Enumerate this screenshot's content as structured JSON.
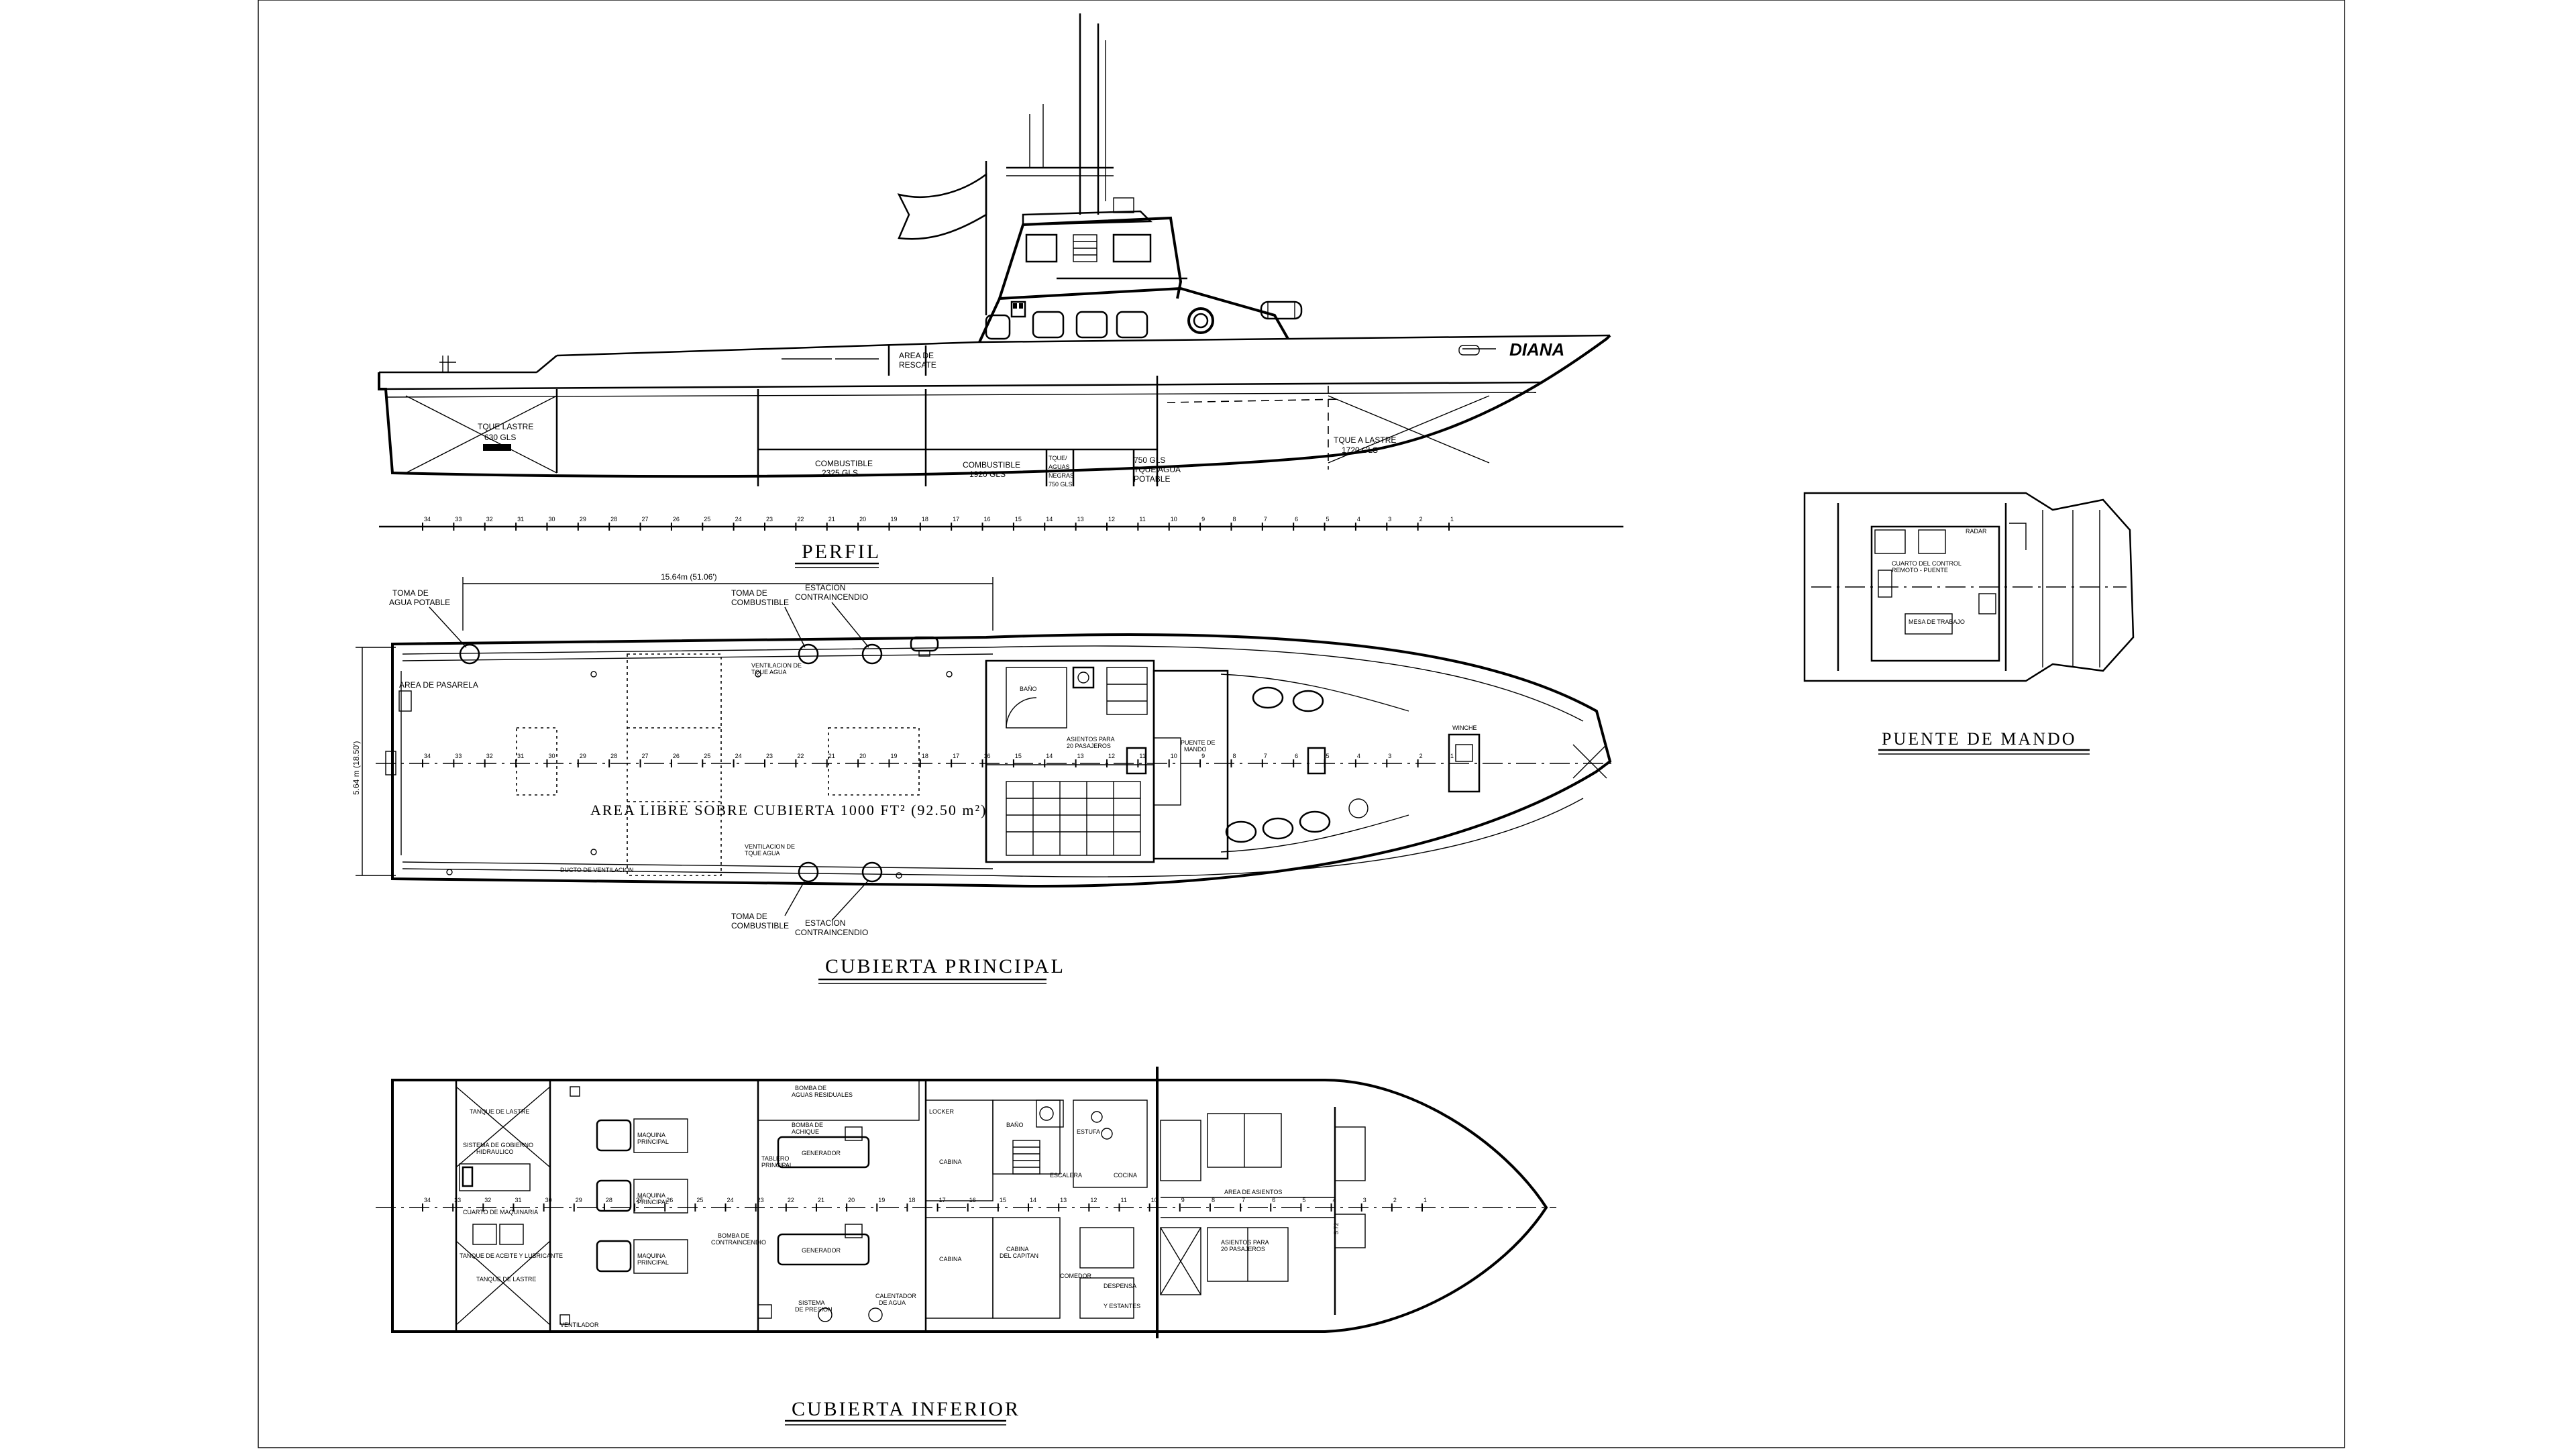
{
  "views": {
    "profile_title": "PERFIL",
    "main_deck_title": "CUBIERTA PRINCIPAL",
    "lower_deck_title": "CUBIERTA INFERIOR",
    "bridge_title": "PUENTE DE MANDO"
  },
  "boat_name": "DIANA",
  "profile_labels": {
    "rescue_area": [
      "AREA DE",
      "RESCATE"
    ],
    "ballast_aft": [
      "TQUE LASTRE",
      "630 GLS"
    ],
    "fuel_1": [
      "COMBUSTIBLE",
      "2325 GLS"
    ],
    "fuel_2": [
      "COMBUSTIBLE",
      "1920 GLS"
    ],
    "black_water": [
      "TQUE/",
      "AGUAS",
      "NEGRAS",
      "750 GLS"
    ],
    "potable": [
      "750 GLS",
      "TQUE AGUA",
      "POTABLE"
    ],
    "ballast_fwd": [
      "TQUE A LASTRE",
      "1720 GLS"
    ]
  },
  "frame_numbers": [
    "34",
    "33",
    "32",
    "31",
    "30",
    "29",
    "28",
    "27",
    "26",
    "25",
    "24",
    "23",
    "22",
    "21",
    "20",
    "19",
    "18",
    "17",
    "16",
    "15",
    "14",
    "13",
    "12",
    "11",
    "10",
    "9",
    "8",
    "7",
    "6",
    "5",
    "4",
    "3",
    "2",
    "1"
  ],
  "main_deck_labels": {
    "overall_dim": "15.64m (51.06')",
    "beam_dim": "5.64 m (18.50')",
    "potable_intake": [
      "TOMA DE",
      "AGUA POTABLE"
    ],
    "fuel_intake_top": [
      "TOMA DE",
      "COMBUSTIBLE"
    ],
    "fire_station_top": [
      "ESTACION",
      "CONTRAINCENDIO"
    ],
    "fuel_intake_bottom": [
      "TOMA DE",
      "COMBUSTIBLE"
    ],
    "fire_station_bottom": [
      "ESTACION",
      "CONTRAINCENDIO"
    ],
    "gangway_area": "AREA DE PASARELA",
    "free_area": "AREA LIBRE SOBRE CUBIERTA 1000 FT² (92.50 m²)",
    "ventilation_duct": "DUCTO DE VENTILACION",
    "bath": "BAÑO",
    "passenger_seats": [
      "ASIENTOS PARA",
      "20 PASAJEROS"
    ],
    "bridge_stairs": [
      "PUENTE DE",
      "MANDO"
    ],
    "winch": "WINCHE",
    "tank_vent_top": [
      "VENTILACION DE",
      "TQUE AGUA"
    ],
    "tank_vent_bottom": [
      "VENTILACION DE",
      "TQUE AGUA"
    ]
  },
  "bridge_labels": {
    "control_room": [
      "CUARTO DEL CONTROL",
      "REMOTO - PUENTE"
    ],
    "work_table": "MESA DE TRABAJO",
    "radar": "RADAR"
  },
  "lower_deck_labels": {
    "ballast_tank_top": "TANQUE DE LASTRE",
    "ballast_tank_bottom": "TANQUE DE LASTRE",
    "steering": [
      "SISTEMA DE GOBIERNO",
      "HIDRAULICO"
    ],
    "machinery_room": "CUARTO DE MAQUINARIA",
    "lube_tank": [
      "TANQUE DE ACEITE Y LUBRICANTE"
    ],
    "main_engine_1": [
      "MAQUINA",
      "PRINCIPAL"
    ],
    "main_engine_2": [
      "MAQUINA",
      "PRINCIPAL"
    ],
    "main_engine_3": [
      "MAQUINA",
      "PRINCIPAL"
    ],
    "generator_1": "GENERADOR",
    "generator_2": "GENERADOR",
    "switchboard": [
      "TABLERO",
      "PRINCIPAL"
    ],
    "wastewater_pump": [
      "BOMBA DE",
      "AGUAS RESIDUALES"
    ],
    "bilge_pump": [
      "BOMBA DE",
      "ACHIQUE"
    ],
    "fire_pump": [
      "BOMBA DE",
      "CONTRAINCENDIO"
    ],
    "pressure_system": [
      "SISTEMA",
      "DE PRESION"
    ],
    "water_heater": [
      "CALENTADOR",
      "DE AGUA"
    ],
    "ventilator": "VENTILADOR",
    "cabin_1": "CABINA",
    "cabin_2": "CABINA",
    "captain_cabin": [
      "CABINA",
      "DEL CAPITAN"
    ],
    "bath_lower": "BAÑO",
    "stairs": "ESCALERA",
    "kitchen": "COCINA",
    "stove": "ESTUFA",
    "pantry": "DESPENSA",
    "dining": "COMEDOR",
    "shelves": "Y ESTANTES",
    "lockers": "LOCKER",
    "crew_seats": [
      "ASIENTOS PARA",
      "20 PASAJEROS"
    ],
    "seating_area": "AREA DE ASIENTOS",
    "draft_mark": "5.72"
  }
}
